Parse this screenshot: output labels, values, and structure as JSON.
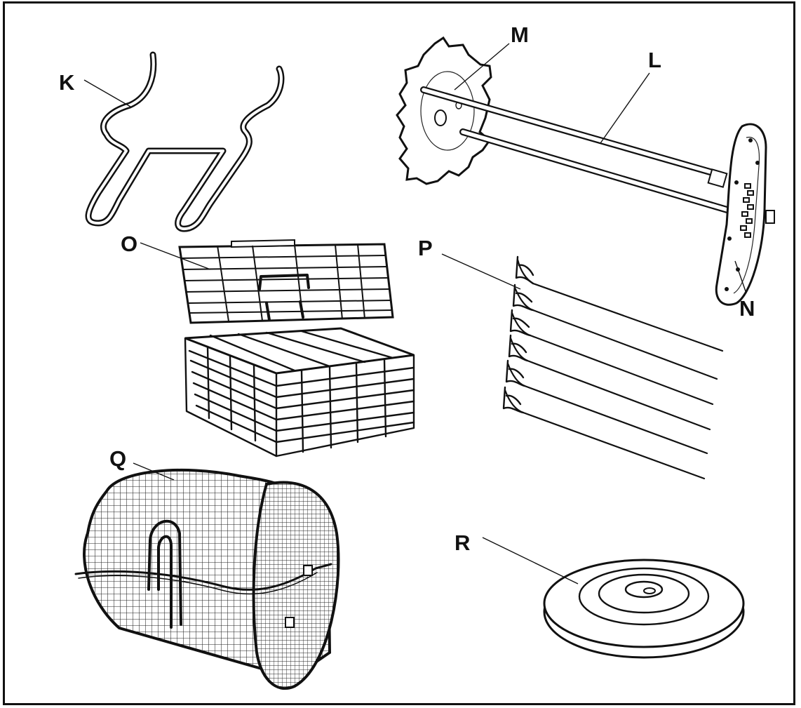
{
  "callouts": {
    "k": "K",
    "m": "M",
    "l": "L",
    "n": "N",
    "o": "O",
    "p": "P",
    "q": "Q",
    "r": "R"
  }
}
